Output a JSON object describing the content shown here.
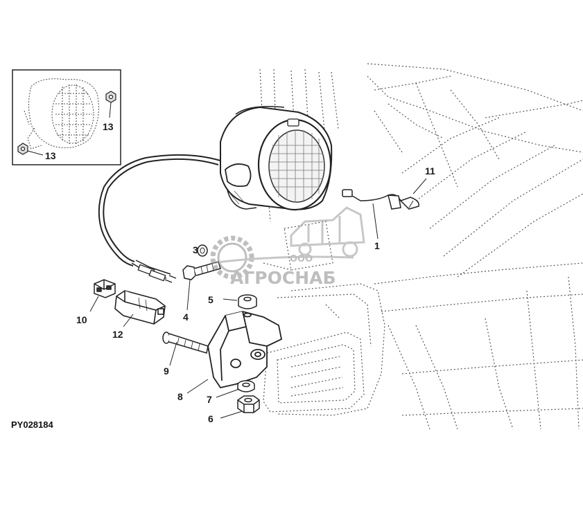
{
  "figure_id": "PY028184",
  "callouts": {
    "c1": "1",
    "c3": "3",
    "c4": "4",
    "c5": "5",
    "c6": "6",
    "c7": "7",
    "c8": "8",
    "c9": "9",
    "c10": "10",
    "c11": "11",
    "c12": "12",
    "c13a": "13",
    "c13b": "13"
  },
  "watermark": {
    "prefix": "ООО",
    "name": "АГРОСНАБ"
  },
  "colors": {
    "line": "#333333",
    "dotted": "#555555",
    "watermark": "#9a9a9a"
  }
}
